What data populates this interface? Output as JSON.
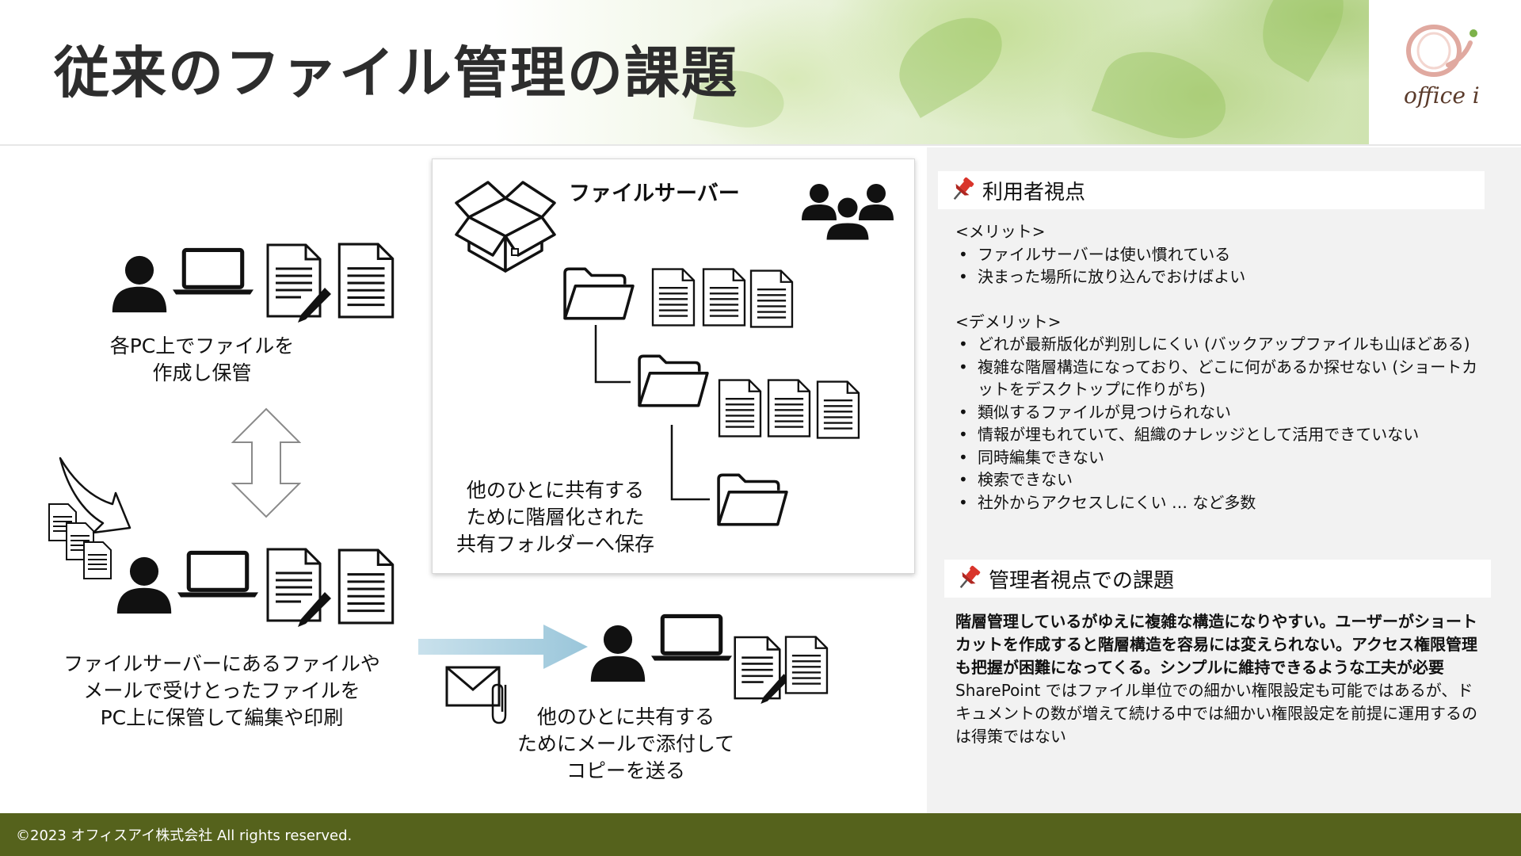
{
  "header": {
    "title": "従来のファイル管理の課題",
    "logo_text": "office i"
  },
  "left": {
    "caption_pc": [
      "各PC上でファイルを",
      "作成し保管"
    ],
    "caption_pc2": [
      "ファイルサーバーにあるファイルや",
      "メールで受けとったファイルを",
      "PC上に保管して編集や印刷"
    ],
    "caption_mail": [
      "他のひとに共有する",
      "ためにメールで添付して",
      "コピーを送る"
    ]
  },
  "server": {
    "title": "ファイルサーバー",
    "caption": [
      "他のひとに共有する",
      "ために階層化された",
      "共有フォルダーへ保存"
    ]
  },
  "right": {
    "user_section": {
      "title": "利用者視点",
      "merit_heading": "<メリット>",
      "merits": [
        "ファイルサーバーは使い慣れている",
        "決まった場所に放り込んでおけばよい"
      ],
      "demerit_heading": "<デメリット>",
      "demerits": [
        "どれが最新版化が判別しにくい (バックアップファイルも山ほどある)",
        "複雑な階層構造になっており、どこに何があるか探せない (ショートカットをデスクトップに作りがち)",
        "類似するファイルが見つけられない",
        "情報が埋もれていて、組織のナレッジとして活用できていない",
        "同時編集できない",
        "検索できない",
        "社外からアクセスしにくい … など多数"
      ]
    },
    "admin_section": {
      "title": "管理者視点での課題",
      "bold_text": "階層管理しているがゆえに複雑な構造になりやすい。ユーザーがショートカットを作成すると階層構造を容易には変えられない。アクセス権限管理も把握が困難になってくる。シンプルに維持できるような工夫が必要",
      "text": "SharePoint ではファイル単位での細かい権限設定も可能ではあるが、ドキュメントの数が増えて続ける中では細かい権限設定を前提に運用するのは得策ではない"
    }
  },
  "footer": {
    "copyright": "©2023 オフィスアイ株式会社 All rights reserved."
  },
  "colors": {
    "footer": "#55621c",
    "panel": "#f2f2f2",
    "arrow_blue": "#a9cfe0",
    "pin_red": "#d9342b"
  }
}
